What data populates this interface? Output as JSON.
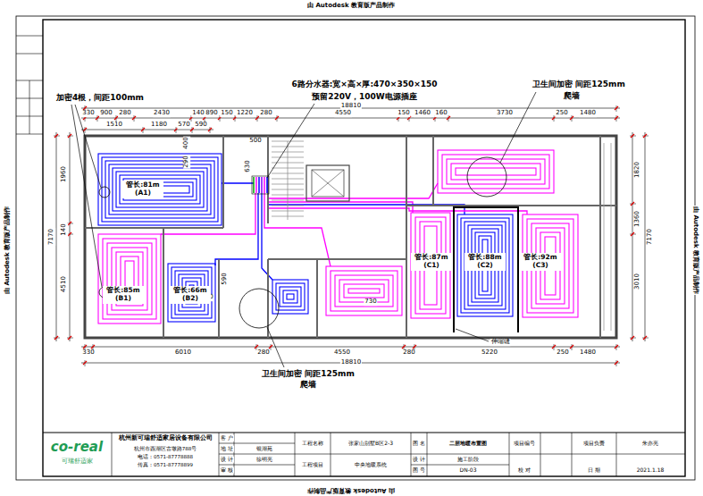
{
  "diagram": {
    "nodes": [
      {
        "text": [
          "管长:81m (A1)"
        ]
      },
      {
        "text": [
          "管长:85m (B1)"
        ]
      },
      {
        "text": [
          "管长:66m (B2)"
        ]
      },
      {
        "text": [
          "管长:87m (C1)"
        ]
      },
      {
        "text": [
          "管长:88m (C2)"
        ]
      },
      {
        "text": [
          "管长:92m (C3)"
        ]
      }
    ],
    "labels": [
      "由 Autodesk 教育版产品制作",
      "由 Autodesk 教育版产品制作",
      "由 Autodesk 教育版产品制作",
      "由 Autodesk 教育版产品制作",
      "加密4根，间距100mm",
      "6路分水器:宽×高×厚:470×350×150",
      "预留220V，100W电源插座",
      "卫生间加密 间距125mm",
      "爬墙",
      "卫生间加密 间距125mm",
      "爬墙",
      "伸缩缝",
      "18810",
      "330",
      "900",
      "280",
      "2430",
      "140",
      "890",
      "150",
      "1220",
      "280",
      "4550",
      "150",
      "1460",
      "160",
      "3730",
      "250",
      "1480",
      "1510",
      "1180",
      "570",
      "590",
      "400",
      "290",
      "500",
      "630",
      "1960",
      "140",
      "4510",
      "7170",
      "1820",
      "1360",
      "3010",
      "7170",
      "330",
      "6010",
      "280",
      "4550",
      "280",
      "5220",
      "250",
      "1480",
      "18810",
      "550",
      "590",
      "730",
      "co-real",
      "可瑞舒适家",
      "杭州新可瑞舒适家居设备有限公司",
      "杭州市西湖区古墩路788号",
      "电话：0571-87778888",
      "传真：0571-87778899",
      "客 户",
      "地 址",
      "设 计",
      "审 核",
      "银湖苑",
      "徐明亮",
      "工程名称",
      "工程项目",
      "张家山别墅B区2-3",
      "中央地暖系统",
      "图 名",
      "设 计",
      "图 号",
      "二层地暖布置图",
      "施工阶段",
      "DN-03",
      "项目编号",
      "校 对",
      "项目负责",
      "日 期",
      "朱亦亮",
      "2021.1.18"
    ]
  }
}
